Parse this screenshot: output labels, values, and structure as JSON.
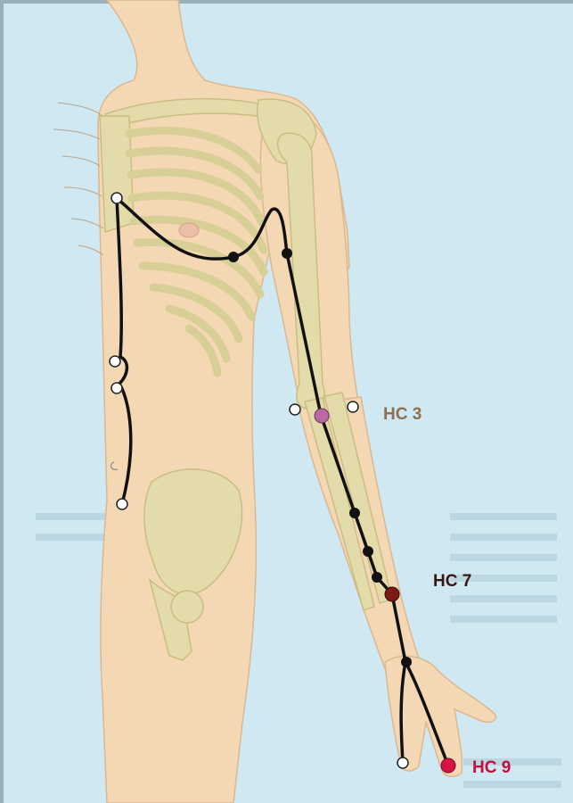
{
  "labels": {
    "hc3": "HC 3",
    "hc7": "HC 7",
    "hc9": "HC 9"
  },
  "colors": {
    "background": "#cfe8f2",
    "skin": "#f4d8b4",
    "bone": "#e3dcaa",
    "meridian": "#111111",
    "hc3_point": "#b86aa6",
    "hc3_label": "#8c7050",
    "hc7_point": "#7a1a12",
    "hc7_label": "#3a1510",
    "hc9_point": "#d21446",
    "hc9_label": "#c2103c"
  }
}
